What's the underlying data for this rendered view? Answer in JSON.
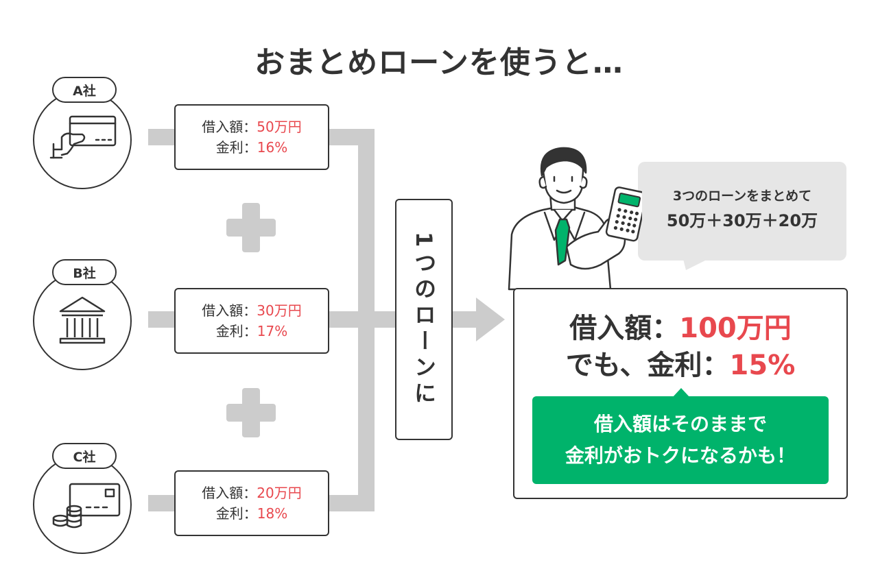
{
  "title": "おまとめローンを使うと…",
  "colors": {
    "accent_red": "#e8484e",
    "accent_green": "#00b36b",
    "connector_gray": "#cccccc",
    "line": "#333333"
  },
  "companies": [
    {
      "name": "A社",
      "icon": "credit-card-hand-icon",
      "label_amount": "借入額：",
      "amount": "50万円",
      "label_rate": "金利：",
      "rate": "16%"
    },
    {
      "name": "B社",
      "icon": "bank-building-icon",
      "label_amount": "借入額：",
      "amount": "30万円",
      "label_rate": "金利：",
      "rate": "17%"
    },
    {
      "name": "C社",
      "icon": "card-coins-icon",
      "label_amount": "借入額：",
      "amount": "20万円",
      "label_rate": "金利：",
      "rate": "18%"
    }
  ],
  "plus_icon": "plus-icon",
  "merge_label": "1つのローンに",
  "bubble": {
    "line1": "3つのローンをまとめて",
    "line2": "50万＋30万＋20万"
  },
  "person_icon": "businessman-calculator-icon",
  "result": {
    "label_amount": "借入額：",
    "amount": "100万円",
    "label_rate": "でも、金利：",
    "rate": "15%",
    "note_line1": "借入額はそのままで",
    "note_line2": "金利がおトクになるかも！"
  }
}
